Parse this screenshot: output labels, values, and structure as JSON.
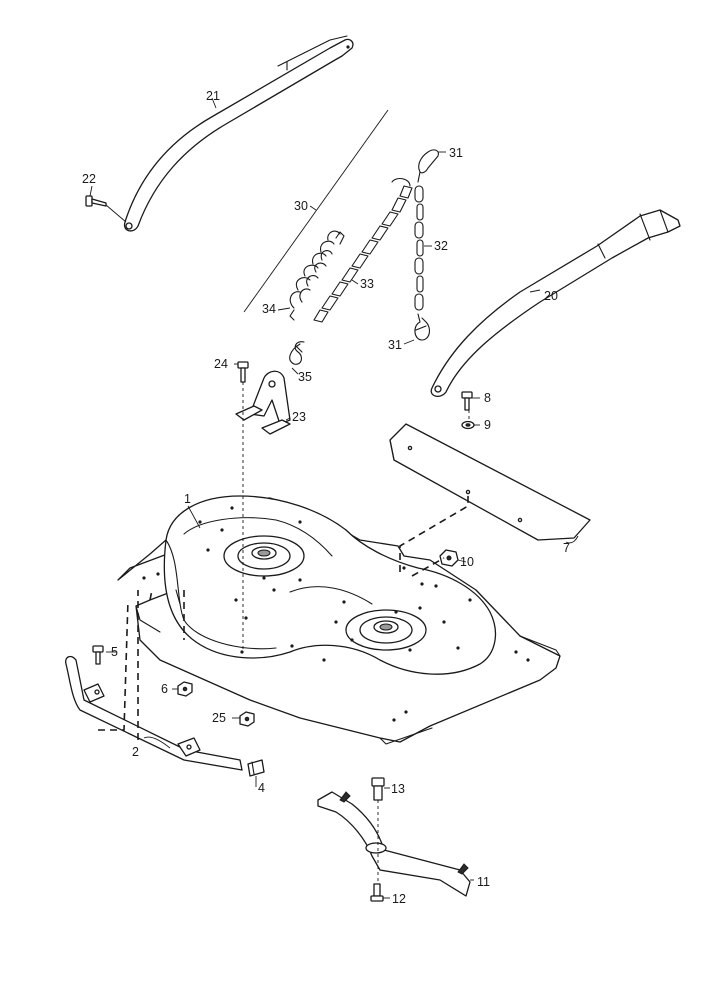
{
  "diagram": {
    "part_numbers": {
      "p1": "1",
      "p2": "2",
      "p4": "4",
      "p5": "5",
      "p6": "6",
      "p7": "7",
      "p8": "8",
      "p9": "9",
      "p10": "10",
      "p11": "11",
      "p12": "12",
      "p13": "13",
      "p20": "20",
      "p21": "21",
      "p22": "22",
      "p23": "23",
      "p24": "24",
      "p25": "25",
      "p30": "30",
      "p31a": "31",
      "p31b": "31",
      "p32": "32",
      "p33": "33",
      "p34": "34",
      "p35": "35"
    }
  }
}
